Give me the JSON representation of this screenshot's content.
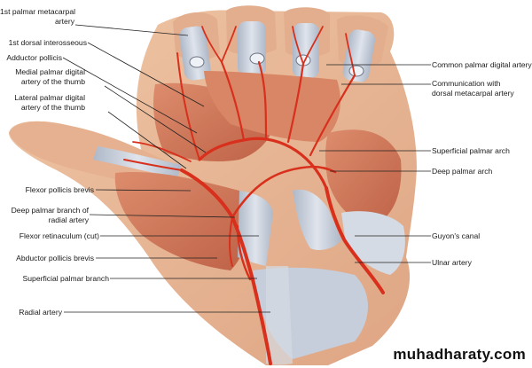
{
  "left_labels": [
    {
      "key": "first_palmar_metacarpal_artery",
      "lines": [
        "1st palmar metacarpal",
        "artery"
      ]
    },
    {
      "key": "first_dorsal_interosseous",
      "lines": [
        "1st dorsal interosseous"
      ]
    },
    {
      "key": "adductor_pollicis",
      "lines": [
        "Adductor pollicis"
      ]
    },
    {
      "key": "medial_palmar_digital_artery_thumb",
      "lines": [
        "Medial palmar digital",
        "artery of the thumb"
      ]
    },
    {
      "key": "lateral_palmar_digital_artery_thumb",
      "lines": [
        "Lateral palmar digital",
        "artery of the thumb"
      ]
    },
    {
      "key": "flexor_pollicis_brevis",
      "lines": [
        "Flexor pollicis brevis"
      ]
    },
    {
      "key": "deep_palmar_branch_radial_artery",
      "lines": [
        "Deep palmar branch of",
        "radial artery"
      ]
    },
    {
      "key": "flexor_retinaculum_cut",
      "lines": [
        "Flexor retinaculum (cut)"
      ]
    },
    {
      "key": "abductor_pollicis_brevis",
      "lines": [
        "Abductor pollicis brevis"
      ]
    },
    {
      "key": "superficial_palmar_branch",
      "lines": [
        "Superficial palmar branch"
      ]
    },
    {
      "key": "radial_artery",
      "lines": [
        "Radial artery"
      ]
    }
  ],
  "right_labels": [
    {
      "key": "common_palmar_digital_artery",
      "lines": [
        "Common palmar digital artery"
      ]
    },
    {
      "key": "communication_dorsal_metacarpal",
      "lines": [
        "Communication with",
        "dorsal metacarpal artery"
      ]
    },
    {
      "key": "superficial_palmar_arch",
      "lines": [
        "Superficial palmar arch"
      ]
    },
    {
      "key": "deep_palmar_arch",
      "lines": [
        "Deep palmar arch"
      ]
    },
    {
      "key": "guyons_canal",
      "lines": [
        "Guyon's canal"
      ]
    },
    {
      "key": "ulnar_artery",
      "lines": [
        "Ulnar artery"
      ]
    }
  ],
  "watermark": "muhadharaty.com",
  "colors": {
    "skin": "#eab996",
    "muscle": "#cf7a5c",
    "muscle_dark": "#b55a3f",
    "tendon": "#c5ccd8",
    "artery": "#d8301c",
    "leader": "#222222"
  }
}
